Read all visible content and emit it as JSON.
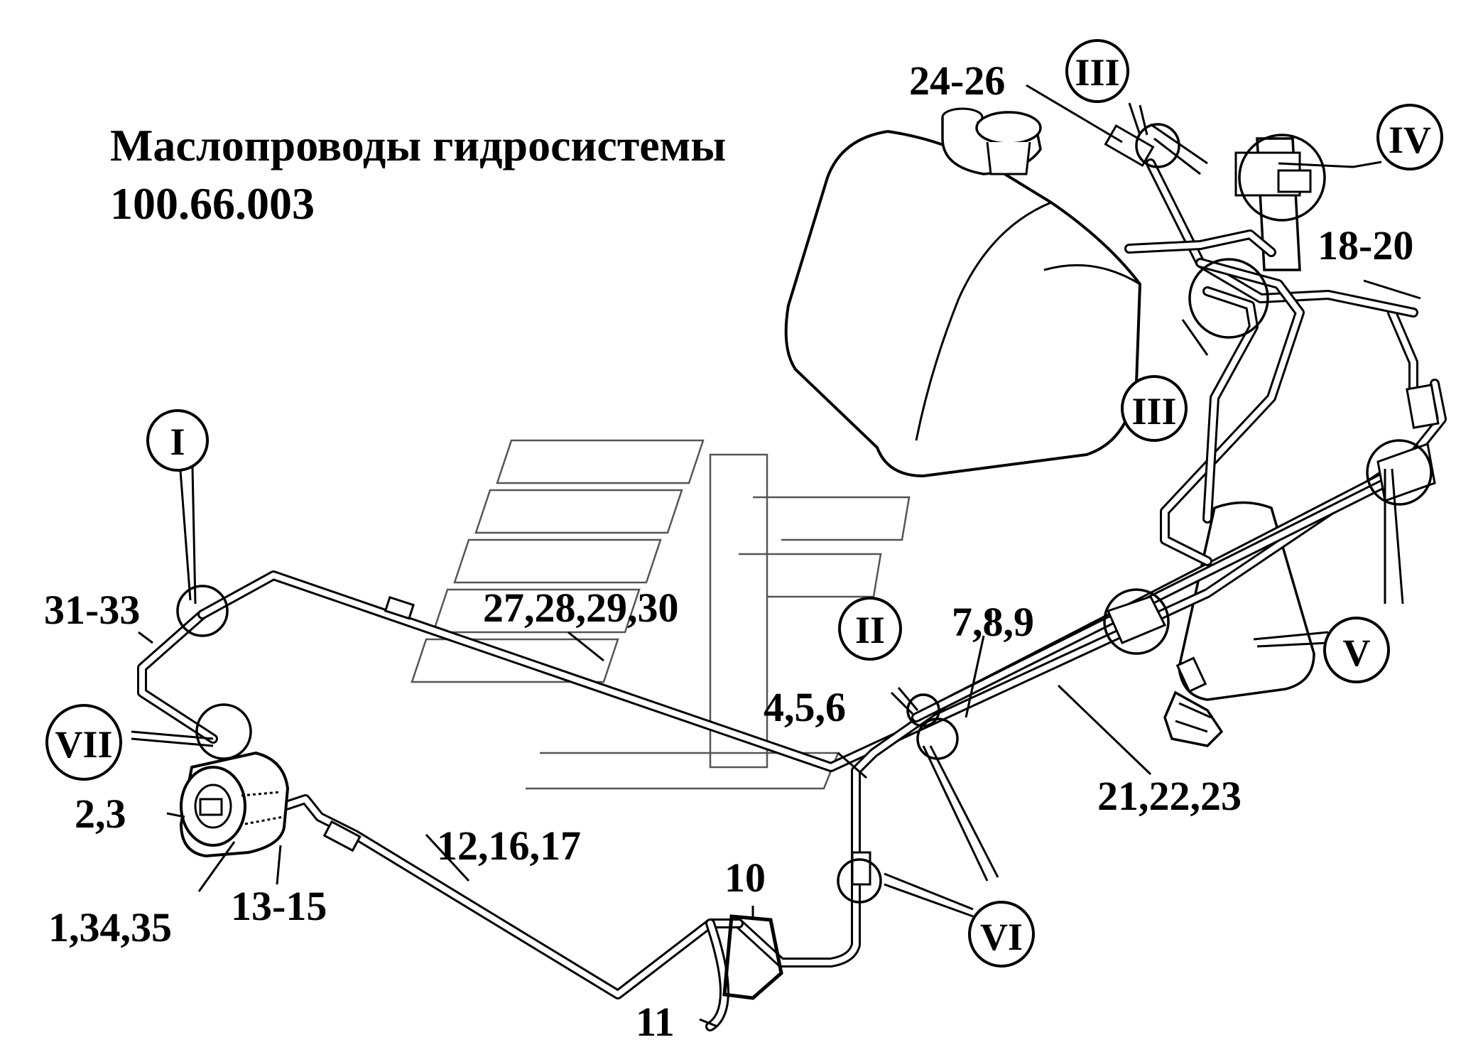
{
  "title": {
    "line1": "Маслопроводы гидросистемы",
    "line2": "100.66.003"
  },
  "views": {
    "I": "I",
    "II": "II",
    "III_top": "III",
    "III_mid": "III",
    "IV": "IV",
    "V": "V",
    "VI": "VI",
    "VII": "VII"
  },
  "parts": {
    "p24_26": "24-26",
    "p18_20": "18-20",
    "p31_33": "31-33",
    "p27_30": "27,28,29,30",
    "p7_9": "7,8,9",
    "p4_6": "4,5,6",
    "p21_23": "21,22,23",
    "p2_3": "2,3",
    "p12_16_17": "12,16,17",
    "p10": "10",
    "p1_34_35": "1,34,35",
    "p13_15": "13-15",
    "p11": "11"
  }
}
